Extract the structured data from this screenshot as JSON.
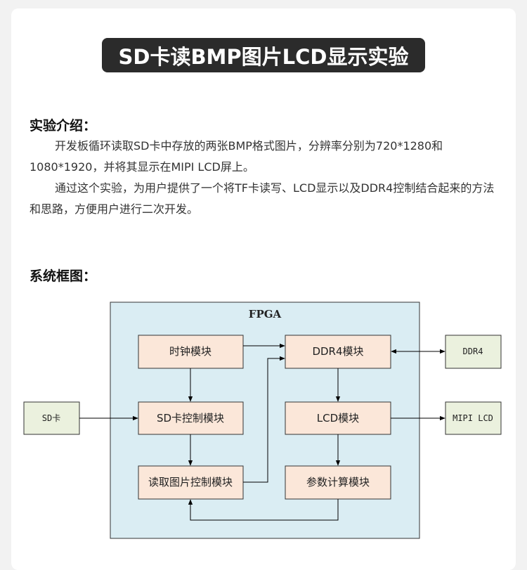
{
  "title": "SD卡读BMP图片LCD显示实验",
  "intro": {
    "heading": "实验介绍：",
    "paragraph1": "开发板循环读取SD卡中存放的两张BMP格式图片，分辨率分别为720*1280和1080*1920，并将其显示在MIPI LCD屏上。",
    "paragraph2": "通过这个实验，为用户提供了一个将TF卡读写、LCD显示以及DDR4控制结合起来的方法和思路，方便用户进行二次开发。"
  },
  "block_diagram": {
    "heading": "系统框图：",
    "container_label": "FPGA",
    "modules": {
      "clock": "时钟模块",
      "ddr4_module": "DDR4模块",
      "sd_ctrl": "SD卡控制模块",
      "lcd_module": "LCD模块",
      "read_img": "读取图片控制模块",
      "param_calc": "参数计算模块"
    },
    "externals": {
      "sd_card": "SD卡",
      "ddr4": "DDR4",
      "mipi_lcd": "MIPI LCD"
    },
    "colors": {
      "fpga_fill": "#daedf3",
      "module_fill": "#fbe7d9",
      "external_fill": "#ebf1de",
      "line": "#000000"
    }
  }
}
